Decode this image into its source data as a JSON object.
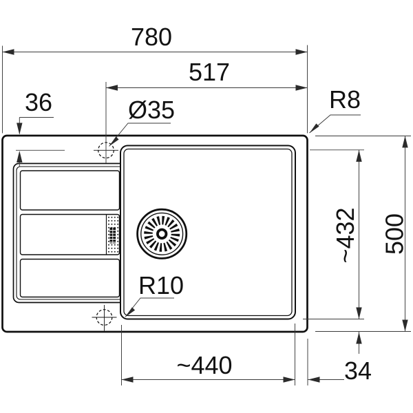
{
  "figure": {
    "kind": "technical-dimension-drawing",
    "view": "top-view inset sink with left drainer, right bowl, waste strainer, two tap holes"
  },
  "colors": {
    "background": "#ffffff",
    "outline": "#101010",
    "dimension_lines": "#3a3a3a",
    "text": "#121212"
  },
  "dims": {
    "overall_width": {
      "text": "780",
      "value": 780
    },
    "hole_to_right_edge": {
      "text": "517",
      "value": 517
    },
    "hole_to_top_edge": {
      "text": "36",
      "value": 36
    },
    "tap_hole_diameter": {
      "text": "Ø35",
      "value": 35
    },
    "outer_corner_radius": {
      "text": "R8",
      "value": 8
    },
    "overall_depth": {
      "text": "500",
      "value": 500
    },
    "bowl_depth": {
      "text": "~432",
      "value": 432,
      "approx": true
    },
    "rim_gap": {
      "text": "34",
      "value": 34
    },
    "bowl_width": {
      "text": "~440",
      "value": 440,
      "approx": true
    },
    "bowl_corner_radius": {
      "text": "R10",
      "value": 10
    }
  }
}
